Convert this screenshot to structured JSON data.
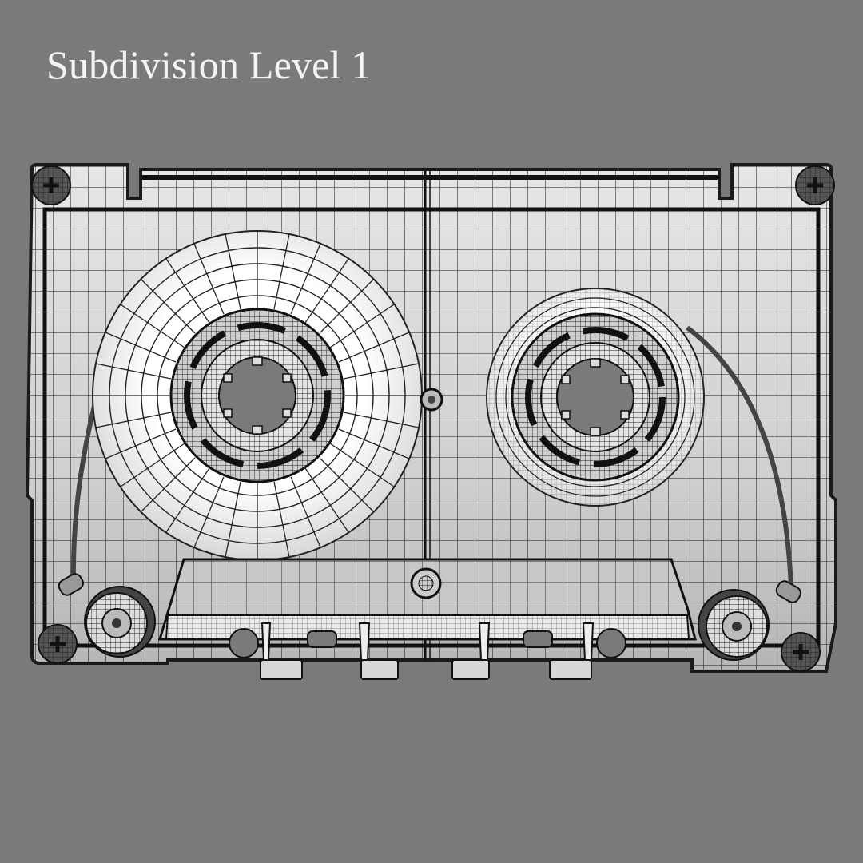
{
  "caption": {
    "text": "Subdivision Level 1"
  },
  "render": {
    "subject": "cassette-tape-wireframe",
    "view": "top",
    "background_color": "#7a7a7a",
    "body_color": "#d9d9d9",
    "wire_color": "#1a1a1a",
    "reel_color": "#f5f5f5",
    "components": [
      "shell",
      "left-reel",
      "right-reel",
      "tape",
      "screws",
      "rollers",
      "guide-pins",
      "head-window",
      "center-screw"
    ]
  }
}
